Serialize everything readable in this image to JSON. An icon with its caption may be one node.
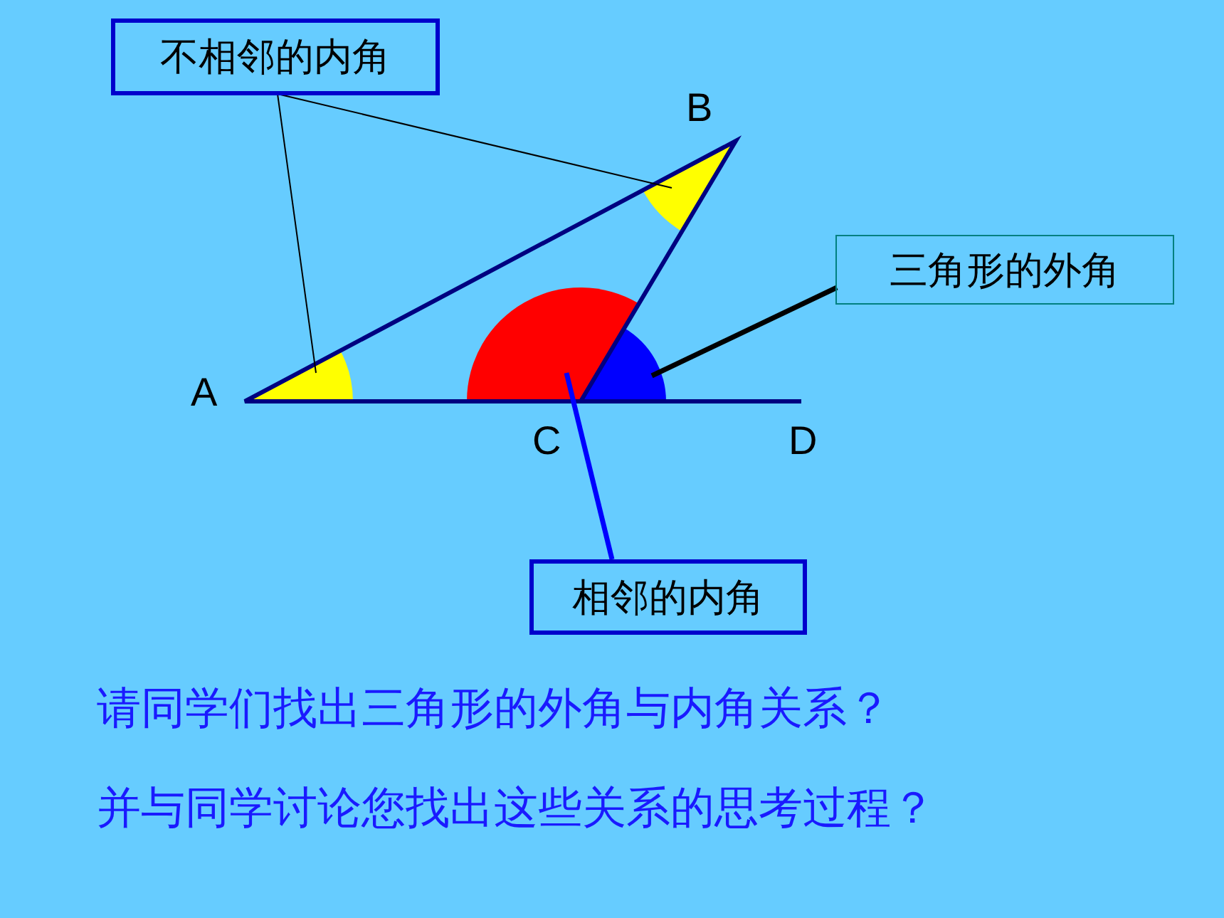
{
  "diagram": {
    "nodes": [
      {
        "text": [
          "不相邻的内角"
        ]
      },
      {
        "text": [],
        "shape": "wedge"
      },
      {
        "text": [],
        "shape": "wedge"
      },
      {
        "text": [
          "三角形的外角"
        ]
      },
      {
        "text": [],
        "shape": "wedge"
      },
      {
        "text": [
          "相邻的内角"
        ]
      },
      {
        "text": [],
        "shape": "wedge"
      }
    ],
    "edges": [
      {
        "from": 0,
        "to": 1,
        "arrow": "none"
      },
      {
        "from": 0,
        "to": 2,
        "arrow": "none"
      },
      {
        "from": 3,
        "to": 4,
        "arrow": "none",
        "style": "thick"
      },
      {
        "from": 5,
        "to": 6,
        "arrow": "none",
        "style": "thick",
        "color": "#0000ff"
      }
    ],
    "labels": [
      "B",
      "A",
      "C",
      "D",
      "请同学们找出三角形的外角与内角关系？",
      "并与同学讨论您找出这些关系的思考过程？"
    ]
  }
}
